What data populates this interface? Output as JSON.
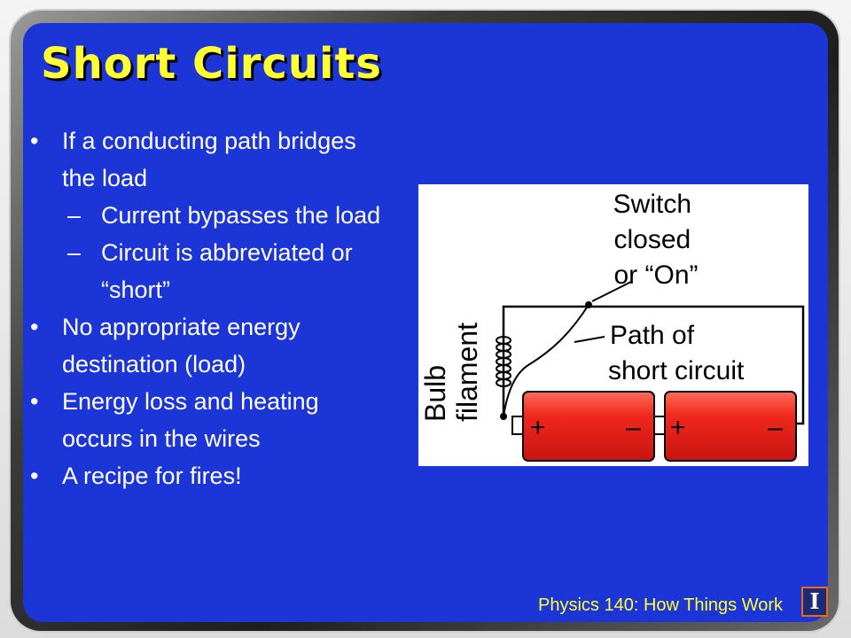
{
  "slide": {
    "title": "Short Circuits",
    "bullets": [
      {
        "marker": "•",
        "text": "If a conducting path bridges the load",
        "level": 1
      },
      {
        "marker": "–",
        "text": "Current bypasses the load",
        "level": 2
      },
      {
        "marker": "–",
        "text": "Circuit is abbreviated or “short”",
        "level": 2
      },
      {
        "marker": "•",
        "text": "No appropriate energy destination (load)",
        "level": 1
      },
      {
        "marker": "•",
        "text": "Energy loss and heating occurs in the wires",
        "level": 1
      },
      {
        "marker": "•",
        "text": "A recipe for fires!",
        "level": 1
      }
    ]
  },
  "figure": {
    "switch_label_line1": "Switch",
    "switch_label_line2": "closed",
    "switch_label_line3": "or “On”",
    "path_label_line1": "Path of",
    "path_label_line2": "short circuit",
    "bulb_label_line1": "Bulb",
    "bulb_label_line2": "filament",
    "battery1_plus": "+",
    "battery1_minus": "–",
    "battery2_plus": "+",
    "battery2_minus": "–"
  },
  "footer": {
    "course": "Physics 140: How Things Work",
    "logo_letter": "I"
  },
  "colors": {
    "background": "#1b35d6",
    "title": "#ffff33",
    "text": "#ffffff",
    "battery": "#e8211c"
  }
}
